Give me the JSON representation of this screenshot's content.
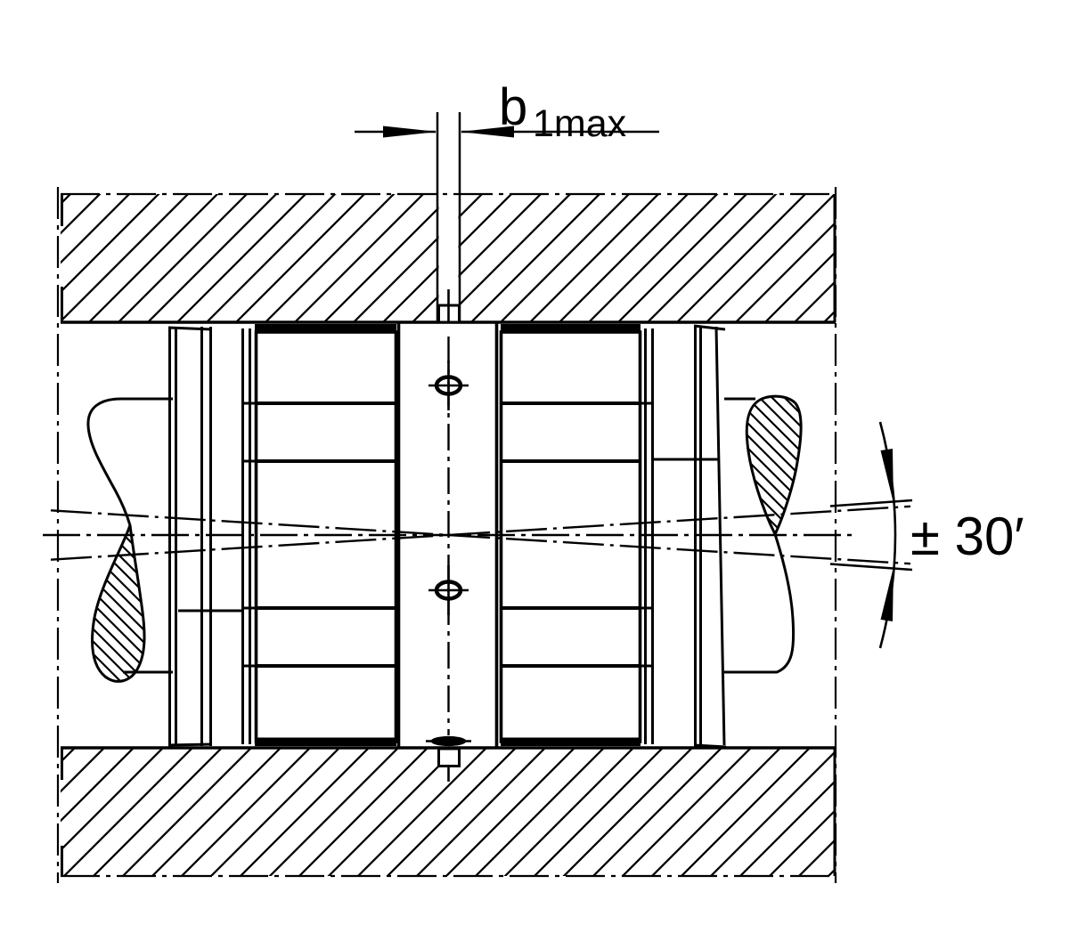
{
  "drawing": {
    "background": "#ffffff",
    "line_color": "#000000"
  },
  "labels": {
    "width_dim_base": "b",
    "width_dim_sub": "1max",
    "angle_dim": "± 30′"
  }
}
